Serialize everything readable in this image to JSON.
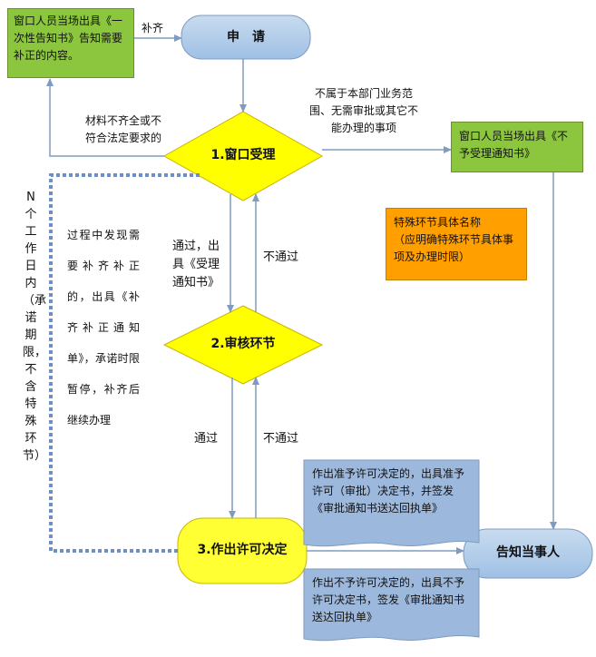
{
  "nodes": {
    "apply": "申　请",
    "window_accept": "1.窗口受理",
    "review": "2.审核环节",
    "decision": "3.作出许可决定",
    "notify": "告知当事人"
  },
  "boxes": {
    "supplement_notice": "窗口人员当场出具《一次性告知书》告知需要补正的内容。",
    "reject_notice": "窗口人员当场出具《不予受理通知书》",
    "special_step": "特殊环节具体名称\n（应明确特殊环节具体事项及办理时限）"
  },
  "labels": {
    "supplement": "补齐",
    "incomplete": "材料不齐全或不符合法定要求的",
    "out_of_scope": "不属于本部门业务范围、无需审批或其它不能办理的事项",
    "pass_accept": "通过，出具《受理通知书》",
    "fail_1": "不通过",
    "pass": "通过",
    "fail_2": "不通过",
    "supplement_process": "过程中发现需要补齐补正的，出具《补齐补正通知单》，承诺时限暂停，补齐后继续办理",
    "time_limit": "N个工作日内（承诺期限，不含特殊环节）"
  },
  "docs": {
    "approve": "作出准予许可决定的，出具准予许可（审批）决定书，并签发《审批通知书送达回执单》",
    "deny": "作出不予许可决定的，出具不予许可决定书，签发《审批通知书送达回执单》"
  },
  "colors": {
    "node_blue": "#a8c8e8",
    "diamond_yellow": "#ffff00",
    "box_green": "#8cc63f",
    "box_orange": "#ffa000",
    "doc_blue": "#9cb8dc",
    "arrow": "#7f9bbf",
    "dotted": "#6d8fc6"
  }
}
